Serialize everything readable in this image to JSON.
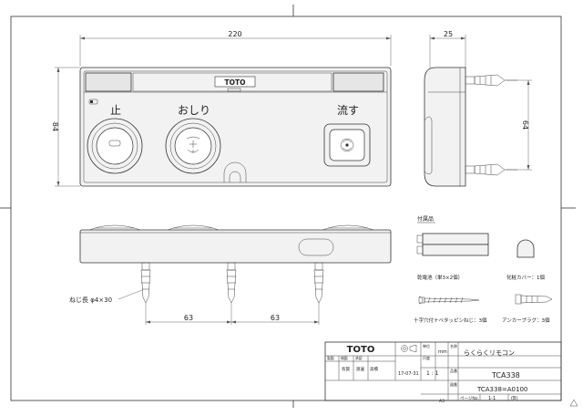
{
  "dims": {
    "width": "220",
    "height": "84",
    "depth": "25",
    "anchor_spacing": "64",
    "pitch_left": "63",
    "pitch_right": "63"
  },
  "labels": {
    "brand": "TOTO",
    "stop": "止",
    "oshiri": "おしり",
    "flush": "流す",
    "screw": "ねじ長 φ4×30"
  },
  "accessories": {
    "title": "付属品",
    "battery": "乾電池（単3×2個）",
    "cover": "化粧カバー：1個",
    "tapping_screw": "十字穴付ナベタッピンねじ：3個",
    "anchor_plug": "アンカープラグ：3個"
  },
  "title_block": {
    "logo": "TOTO",
    "unit_label": "単位",
    "unit_value": "mm",
    "scale_label": "尺度",
    "scale_value": "1 : 1",
    "date": "17-07-31",
    "roles": [
      "製図",
      "検図",
      "承認"
    ],
    "role_names": [
      "有賀",
      "渡邊",
      "高橋"
    ],
    "name_label": "名称",
    "name_value": "らくらくリモコン",
    "part_label": "品番",
    "part_value": "TCA338",
    "drawing_label": "図番",
    "drawing_value": "TCA338=A0100",
    "sheet_size": "A3",
    "page_label": "ページNo.",
    "page_value": "1-1",
    "revision_label": "(B)"
  },
  "colors": {
    "line": "#333333",
    "panel": "#f2f2f2"
  }
}
